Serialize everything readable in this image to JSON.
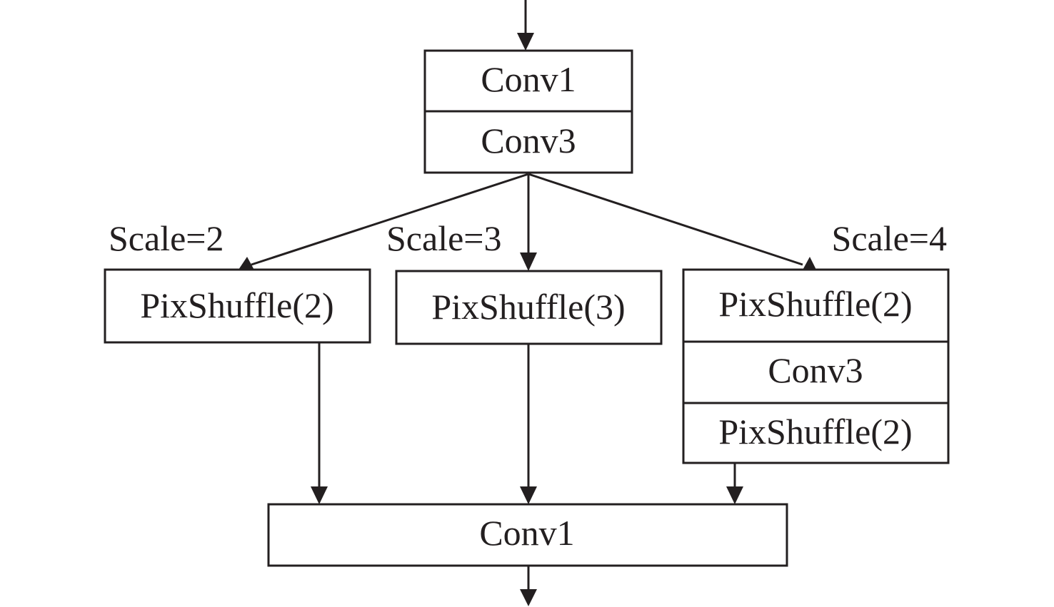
{
  "diagram": {
    "top_block": {
      "layers": [
        "Conv1",
        "Conv3"
      ]
    },
    "branches": [
      {
        "scale_label": "Scale=2",
        "layers": [
          "PixShuffle(2)"
        ]
      },
      {
        "scale_label": "Scale=3",
        "layers": [
          "PixShuffle(3)"
        ]
      },
      {
        "scale_label": "Scale=4",
        "layers": [
          "PixShuffle(2)",
          "Conv3",
          "PixShuffle(2)"
        ]
      }
    ],
    "bottom_block": {
      "layers": [
        "Conv1"
      ]
    }
  },
  "colors": {
    "stroke": "#231f20",
    "background": "#ffffff"
  }
}
